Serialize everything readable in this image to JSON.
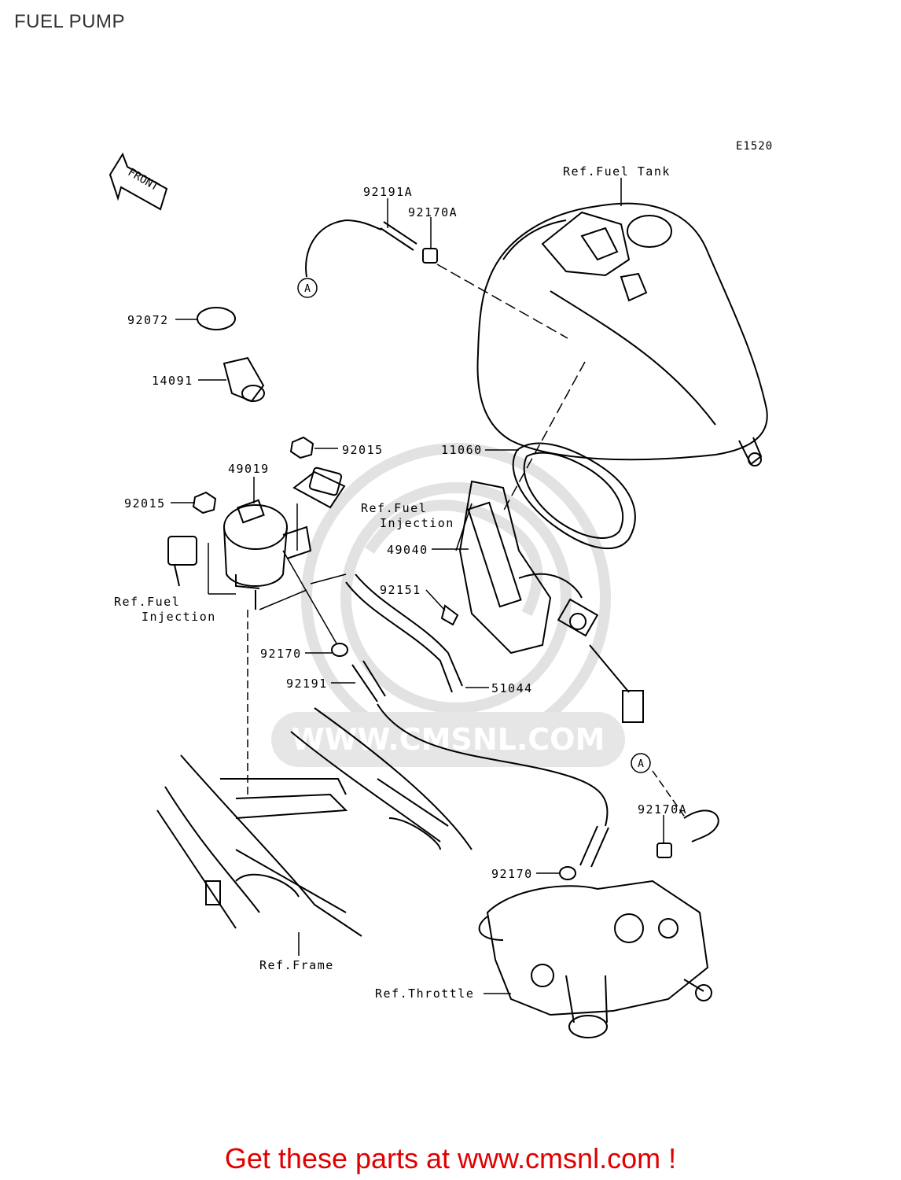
{
  "title": "FUEL PUMP",
  "diagram_code": "E1520",
  "front_arrow_text": "FRONT",
  "watermark": "WWW.CMSNL.COM",
  "callouts": {
    "ref_fuel_tank": "Ref.Fuel Tank",
    "p92191A": "92191A",
    "p92170A_top": "92170A",
    "ref_A_top": "A",
    "p92072": "92072",
    "p14091": "14091",
    "p92015_top": "92015",
    "p11060": "11060",
    "p49019": "49019",
    "p92015_left": "92015",
    "ref_fuel_injection_1_line1": "Ref.Fuel",
    "ref_fuel_injection_1_line2": "Injection",
    "p49040": "49040",
    "p92151": "92151",
    "ref_fuel_injection_2_line1": "Ref.Fuel",
    "ref_fuel_injection_2_line2": "Injection",
    "p92170_mid": "92170",
    "p92191": "92191",
    "p51044": "51044",
    "ref_A_bottom": "A",
    "p92170A_bottom": "92170A",
    "p92170_bottom": "92170",
    "ref_frame": "Ref.Frame",
    "ref_throttle": "Ref.Throttle"
  },
  "promo_text": "Get these parts at www.cmsnl.com !",
  "colors": {
    "line": "#000000",
    "promo": "#e00000",
    "watermark": "#dcdcdc"
  }
}
